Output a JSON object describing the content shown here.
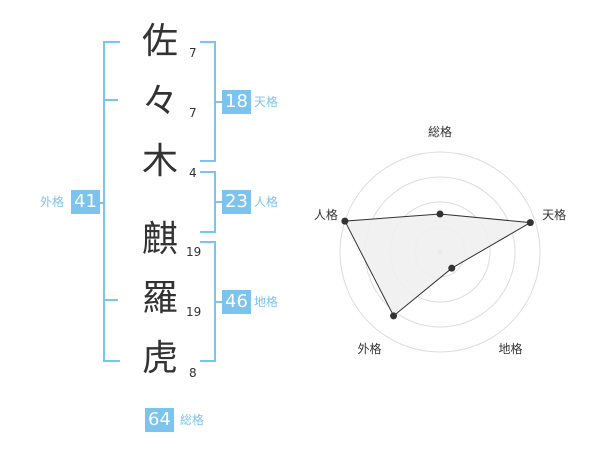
{
  "name": {
    "characters": [
      {
        "char": "佐",
        "strokes": "7"
      },
      {
        "char": "々",
        "strokes": "7"
      },
      {
        "char": "木",
        "strokes": "4"
      },
      {
        "char": "麒",
        "strokes": "19"
      },
      {
        "char": "羅",
        "strokes": "19"
      },
      {
        "char": "虎",
        "strokes": "8"
      }
    ]
  },
  "kakusu": {
    "tenkaku": {
      "value": "18",
      "label": "天格"
    },
    "jinkaku": {
      "value": "23",
      "label": "人格"
    },
    "chikaku": {
      "value": "46",
      "label": "地格"
    },
    "gaikaku": {
      "value": "41",
      "label": "外格"
    },
    "soukaku": {
      "value": "64",
      "label": "総格"
    }
  },
  "chart_data": {
    "type": "radar",
    "axes": [
      "総格",
      "天格",
      "地格",
      "外格",
      "人格"
    ],
    "values": [
      0.38,
      0.95,
      0.2,
      0.79,
      1.0
    ],
    "max": 1,
    "rings": 4,
    "colors": {
      "fill": "#efefef",
      "line": "#333333",
      "grid": "#dddddd",
      "point": "#333333"
    }
  },
  "colors": {
    "accent": "#7cc3ee",
    "text": "#333333"
  }
}
